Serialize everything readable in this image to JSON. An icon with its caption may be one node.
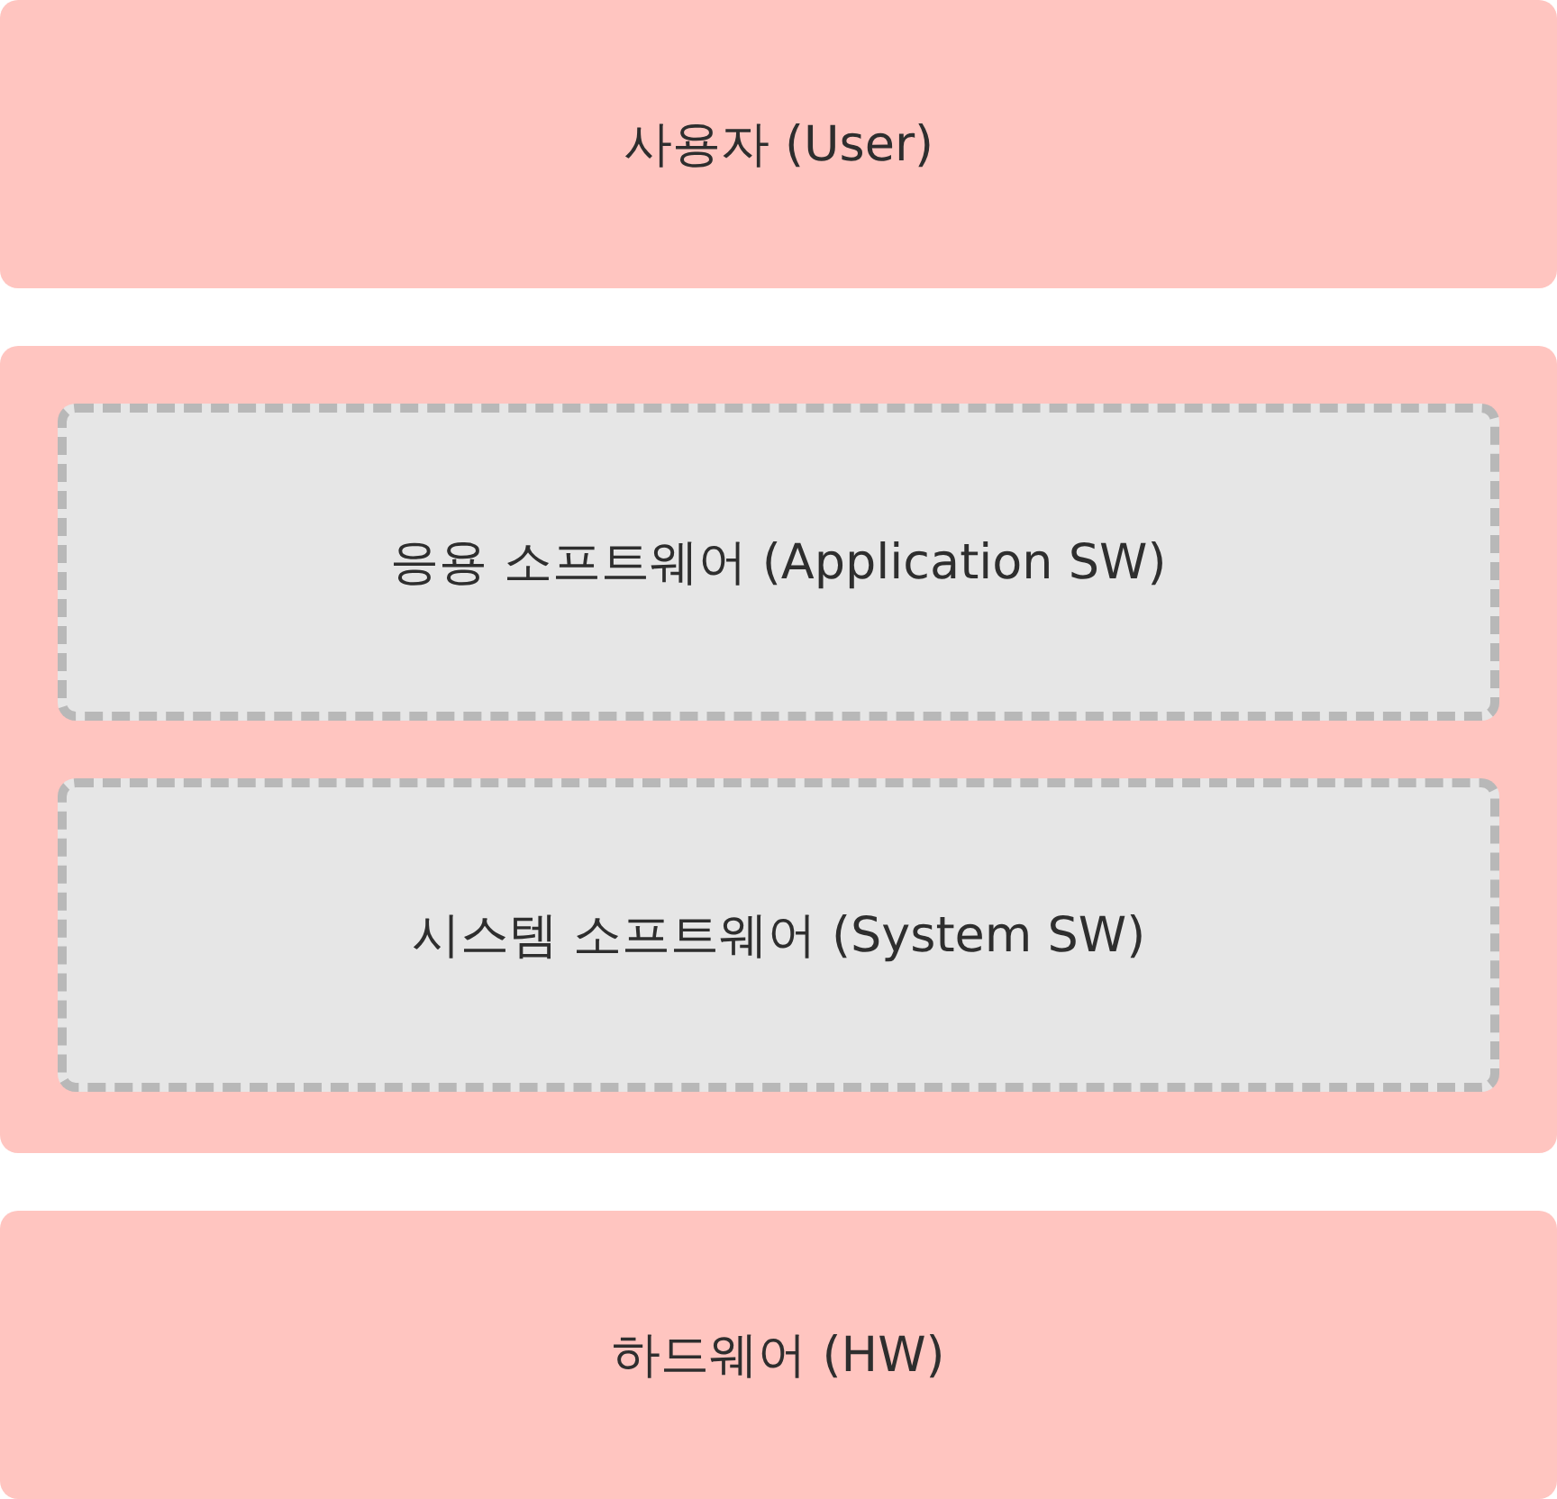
{
  "diagram": {
    "nodes": [
      {
        "text": [
          "사용자 (User)"
        ]
      },
      {
        "text": [],
        "shape": "box"
      },
      {
        "text": [
          "응용 소프트웨어 (Application SW)"
        ],
        "in": 1
      },
      {
        "text": [
          "시스템 소프트웨어 (System SW)"
        ],
        "in": 1
      },
      {
        "text": [
          "하드웨어 (HW)"
        ]
      }
    ]
  }
}
